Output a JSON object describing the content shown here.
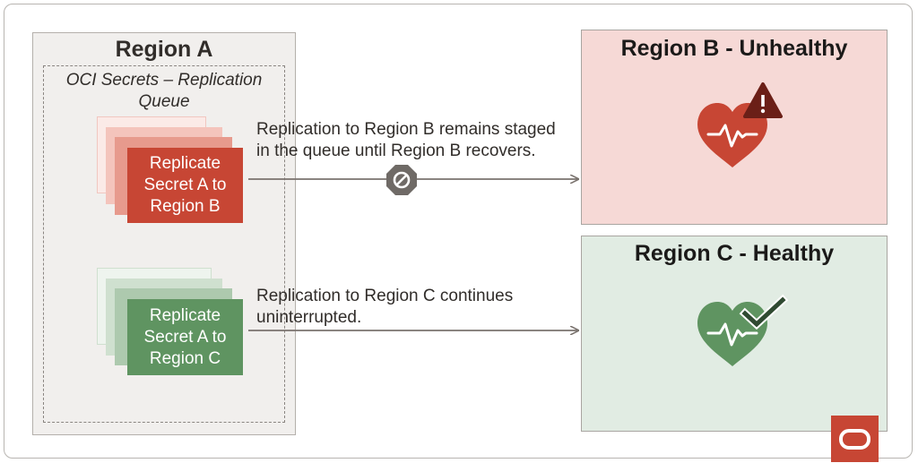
{
  "region_a": {
    "title": "Region A",
    "queue_title_line1": "OCI Secrets – Replication",
    "queue_title_line2": "Queue",
    "card_b": {
      "line1": "Replicate",
      "line2": "Secret A to",
      "line3": "Region B"
    },
    "card_c": {
      "line1": "Replicate",
      "line2": "Secret A to",
      "line3": "Region C"
    }
  },
  "flow_b": {
    "caption_line1": "Replication to Region B remains staged",
    "caption_line2": "in the queue until Region B recovers.",
    "blocked_icon": "blocked-icon"
  },
  "flow_c": {
    "caption_line1": "Replication to Region C continues",
    "caption_line2": "uninterrupted."
  },
  "region_b": {
    "title": "Region B - Unhealthy",
    "icon": "heart-pulse-warning-icon"
  },
  "region_c": {
    "title": "Region C - Healthy",
    "icon": "heart-pulse-check-icon"
  },
  "colors": {
    "unhealthy_red": "#c74634",
    "healthy_green": "#5f9461",
    "region_b_bg": "#f6d9d6",
    "region_c_bg": "#e1ece3",
    "logo_red": "#c74634"
  },
  "logo": {
    "icon": "oracle-logo-icon"
  }
}
